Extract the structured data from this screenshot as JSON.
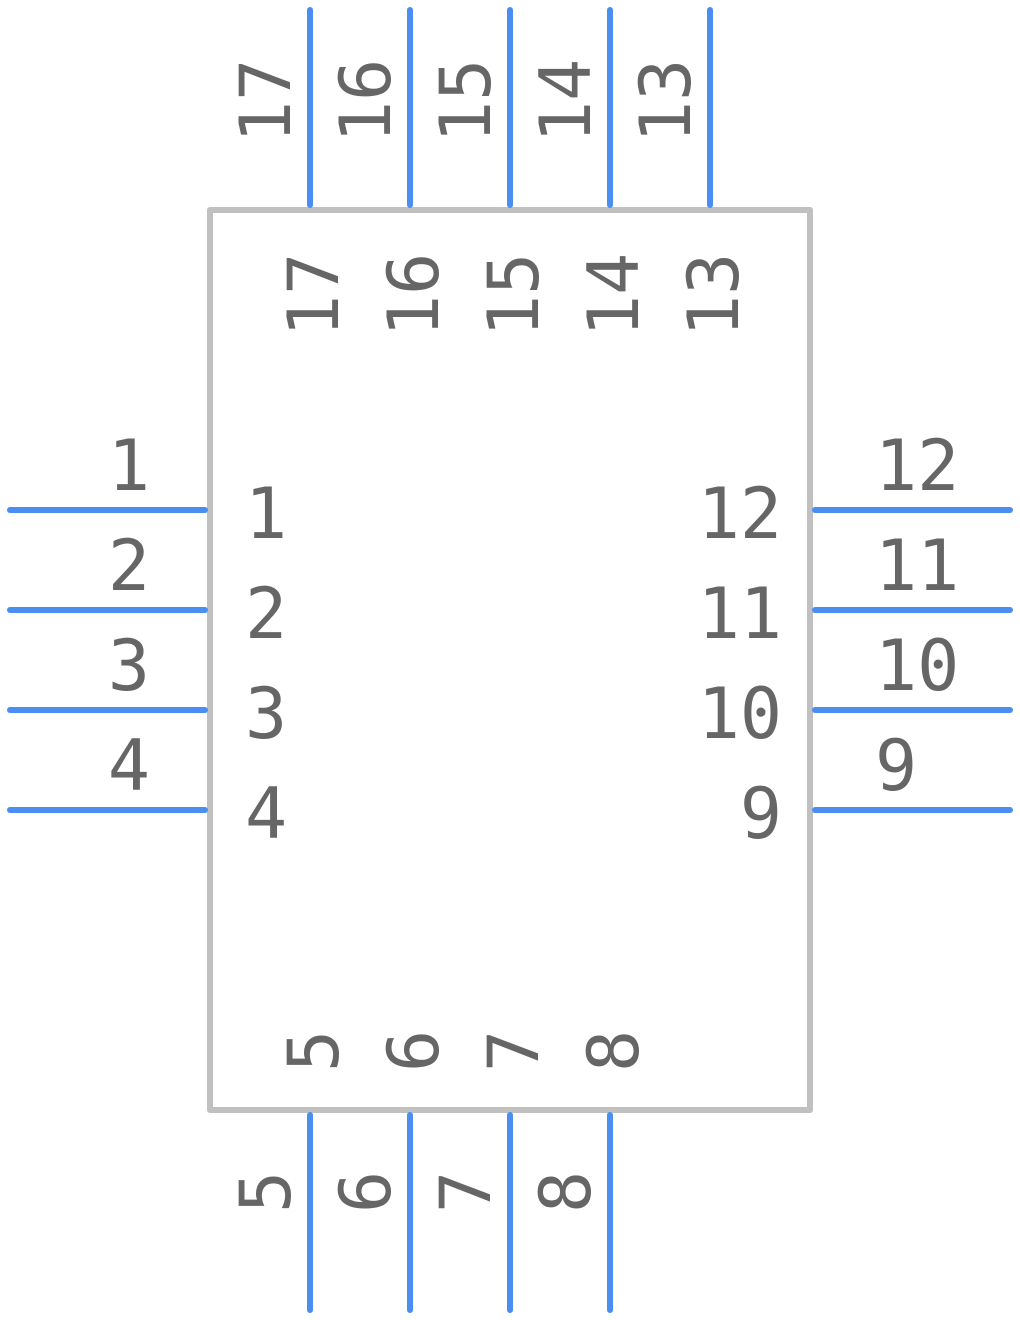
{
  "component": {
    "colors": {
      "pin": "#4b8ef1",
      "body": "#c0c0c0",
      "text": "#666666",
      "background": "#ffffff"
    },
    "left_pins": [
      {
        "num": "1",
        "name": "1"
      },
      {
        "num": "2",
        "name": "2"
      },
      {
        "num": "3",
        "name": "3"
      },
      {
        "num": "4",
        "name": "4"
      }
    ],
    "right_pins": [
      {
        "num": "12",
        "name": "12"
      },
      {
        "num": "11",
        "name": "11"
      },
      {
        "num": "10",
        "name": "10"
      },
      {
        "num": "9",
        "name": "9"
      }
    ],
    "top_pins": [
      {
        "num": "17",
        "name": "17"
      },
      {
        "num": "16",
        "name": "16"
      },
      {
        "num": "15",
        "name": "15"
      },
      {
        "num": "14",
        "name": "14"
      },
      {
        "num": "13",
        "name": "13"
      }
    ],
    "bottom_pins": [
      {
        "num": "5",
        "name": "5"
      },
      {
        "num": "6",
        "name": "6"
      },
      {
        "num": "7",
        "name": "7"
      },
      {
        "num": "8",
        "name": "8"
      }
    ]
  }
}
